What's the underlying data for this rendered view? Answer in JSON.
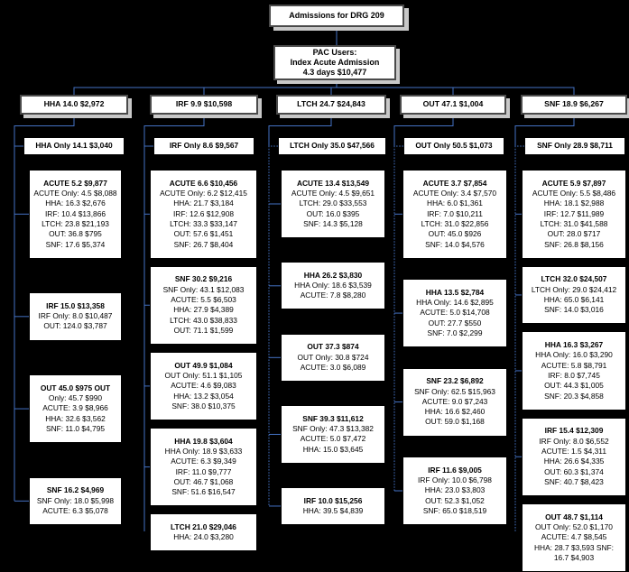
{
  "colors": {
    "connector": "#4472c4",
    "box_border": "#000000",
    "header_border": "#4a4a4a",
    "shadow": "#c8c8c8",
    "background": "#000000",
    "box_fill": "#ffffff"
  },
  "root": {
    "title": "Admissions for DRG 209",
    "pac": {
      "line1": "PAC Users:",
      "line2": "Index Acute Admission",
      "line3": "4.3 days $10,477"
    }
  },
  "columns": [
    {
      "id": "hha",
      "header": "HHA 14.0 $2,972",
      "only": "HHA Only 14.1 $3,040",
      "boxes": [
        {
          "title": "ACUTE 5.2 $9,877",
          "lines": [
            "ACUTE Only: 4.5 $8,088",
            "HHA: 16.3 $2,676",
            "IRF: 10.4 $13,866",
            "LTCH: 23.8 $21,193",
            "OUT: 36.8 $795",
            "SNF: 17.6 $5,374"
          ]
        },
        {
          "title": "IRF 15.0 $13,358",
          "lines": [
            "IRF Only: 8.0 $10,487",
            "OUT: 124.0 $3,787"
          ]
        },
        {
          "title": "OUT 45.0 $975 OUT",
          "lines": [
            "Only: 45.7 $990",
            "ACUTE: 3.9 $8,966",
            "HHA: 32.6 $3,562",
            "SNF: 11.0 $4,795"
          ]
        },
        {
          "title": "SNF 16.2 $4,969",
          "lines": [
            "SNF Only: 18.0 $5,998",
            "ACUTE: 6.3 $5,078"
          ]
        }
      ]
    },
    {
      "id": "irf",
      "header": "IRF 9.9 $10,598",
      "only": "IRF Only 8.6 $9,567",
      "boxes": [
        {
          "title": "ACUTE 6.6 $10,456",
          "lines": [
            "ACUTE Only: 6.2 $12,415",
            "HHA: 21.7 $3,184",
            "IRF: 12.6 $12,908",
            "LTCH: 33.3 $33,147",
            "OUT: 57.6 $1,451",
            "SNF: 26.7 $8,404"
          ]
        },
        {
          "title": "SNF 30.2 $9,216",
          "lines": [
            "SNF Only: 43.1 $12,083",
            "ACUTE: 5.5 $6,503",
            "HHA: 27.9 $4,389",
            "LTCH: 43.0 $38,833",
            "OUT: 71.1 $1,599"
          ]
        },
        {
          "title": "OUT 49.9 $1,084",
          "lines": [
            "OUT Only: 51.1 $1,105",
            "ACUTE: 4.6 $9,083",
            "HHA: 13.2 $3,054",
            "SNF: 38.0 $10,375"
          ]
        },
        {
          "title": "HHA 19.8 $3,604",
          "lines": [
            "HHA Only: 18.9 $3,633",
            "ACUTE: 6.3 $9,349",
            "IRF: 11.0 $9,777",
            "OUT: 46.7 $1,068",
            "SNF: 51.6 $16,547"
          ]
        },
        {
          "title": "LTCH 21.0 $29,046",
          "lines": [
            "HHA: 24.0 $3,280"
          ]
        }
      ]
    },
    {
      "id": "ltch",
      "header": "LTCH 24.7 $24,843",
      "only": "LTCH Only 35.0 $47,566",
      "boxes": [
        {
          "title": "ACUTE 13.4 $13,549",
          "lines": [
            "ACUTE Only: 4.5 $9,651",
            "LTCH: 29.0 $33,553",
            "OUT: 16.0 $395",
            "SNF: 14.3 $5,128"
          ]
        },
        {
          "title": "HHA 26.2 $3,830",
          "lines": [
            "HHA Only: 18.6 $3,539",
            "ACUTE: 7.8 $8,280"
          ]
        },
        {
          "title": "OUT 37.3 $874",
          "lines": [
            "OUT Only: 30.8 $724",
            "ACUTE: 3.0 $6,089"
          ]
        },
        {
          "title": "SNF 39.3 $11,612",
          "lines": [
            "SNF Only: 47.3 $13,382",
            "ACUTE: 5.0 $7,472",
            "HHA: 15.0 $3,645"
          ]
        },
        {
          "title": "IRF 10.0 $15,256",
          "lines": [
            "HHA: 39.5 $4,839"
          ]
        }
      ]
    },
    {
      "id": "out",
      "header": "OUT 47.1 $1,004",
      "only": "OUT Only 50.5 $1,073",
      "boxes": [
        {
          "title": "ACUTE 3.7 $7,854",
          "lines": [
            "ACUTE Only: 3.4 $7,570",
            "HHA: 6.0 $1,361",
            "IRF: 7.0 $10,211",
            "LTCH: 31.0 $22,856",
            "OUT: 45.0 $926",
            "SNF: 14.0 $4,576"
          ]
        },
        {
          "title": "HHA 13.5 $2,784",
          "lines": [
            "HHA Only: 14.6 $2,895",
            "ACUTE: 5.0 $14,708",
            "OUT: 27.7 $550",
            "SNF: 7.0 $2,299"
          ]
        },
        {
          "title": "SNF 23.2 $6,892",
          "lines": [
            "SNF Only: 62.5 $15,963",
            "ACUTE: 9.0 $7,243",
            "HHA: 16.6 $2,460",
            "OUT: 59.0 $1,168"
          ]
        },
        {
          "title": "IRF 11.6 $9,005",
          "lines": [
            "IRF Only: 10.0 $6,798",
            "HHA: 23.0 $3,803",
            "OUT: 52.3 $1,052",
            "SNF: 65.0 $18,519"
          ]
        }
      ]
    },
    {
      "id": "snf",
      "header": "SNF 18.9 $6,267",
      "only": "SNF Only 28.9 $8,711",
      "boxes": [
        {
          "title": "ACUTE 5.9 $7,897",
          "lines": [
            "ACUTE Only: 5.5 $8,486",
            "HHA: 18.1 $2,988",
            "IRF: 12.7 $11,989",
            "LTCH: 31.0 $41,588",
            "OUT: 28.0 $717",
            "SNF: 26.8 $8,156"
          ]
        },
        {
          "title": "LTCH 32.0 $24,507",
          "lines": [
            "LTCH Only: 29.0 $24,412",
            "HHA: 65.0 $6,141",
            "SNF: 14.0 $3,016"
          ]
        },
        {
          "title": "HHA 16.3 $3,267",
          "lines": [
            "HHA Only: 16.0 $3,290",
            "ACUTE: 5.8 $8,791",
            "IRF: 8.0 $7,745",
            "OUT: 44.3 $1,005",
            "SNF: 20.3 $4,858"
          ]
        },
        {
          "title": "IRF 15.4 $12,309",
          "lines": [
            "IRF Only: 8.0 $6,552",
            "ACUTE: 1.5 $4,311",
            "HHA: 26.6 $4,335",
            "OUT: 60.3 $1,374",
            "SNF: 40.7 $8,423"
          ]
        },
        {
          "title": "OUT 48.7 $1,114",
          "lines": [
            "OUT Only: 52.0 $1,170",
            "ACUTE: 4.7 $8,545",
            "HHA: 28.7 $3,593 SNF:",
            "16.7 $4,903"
          ]
        }
      ]
    }
  ]
}
